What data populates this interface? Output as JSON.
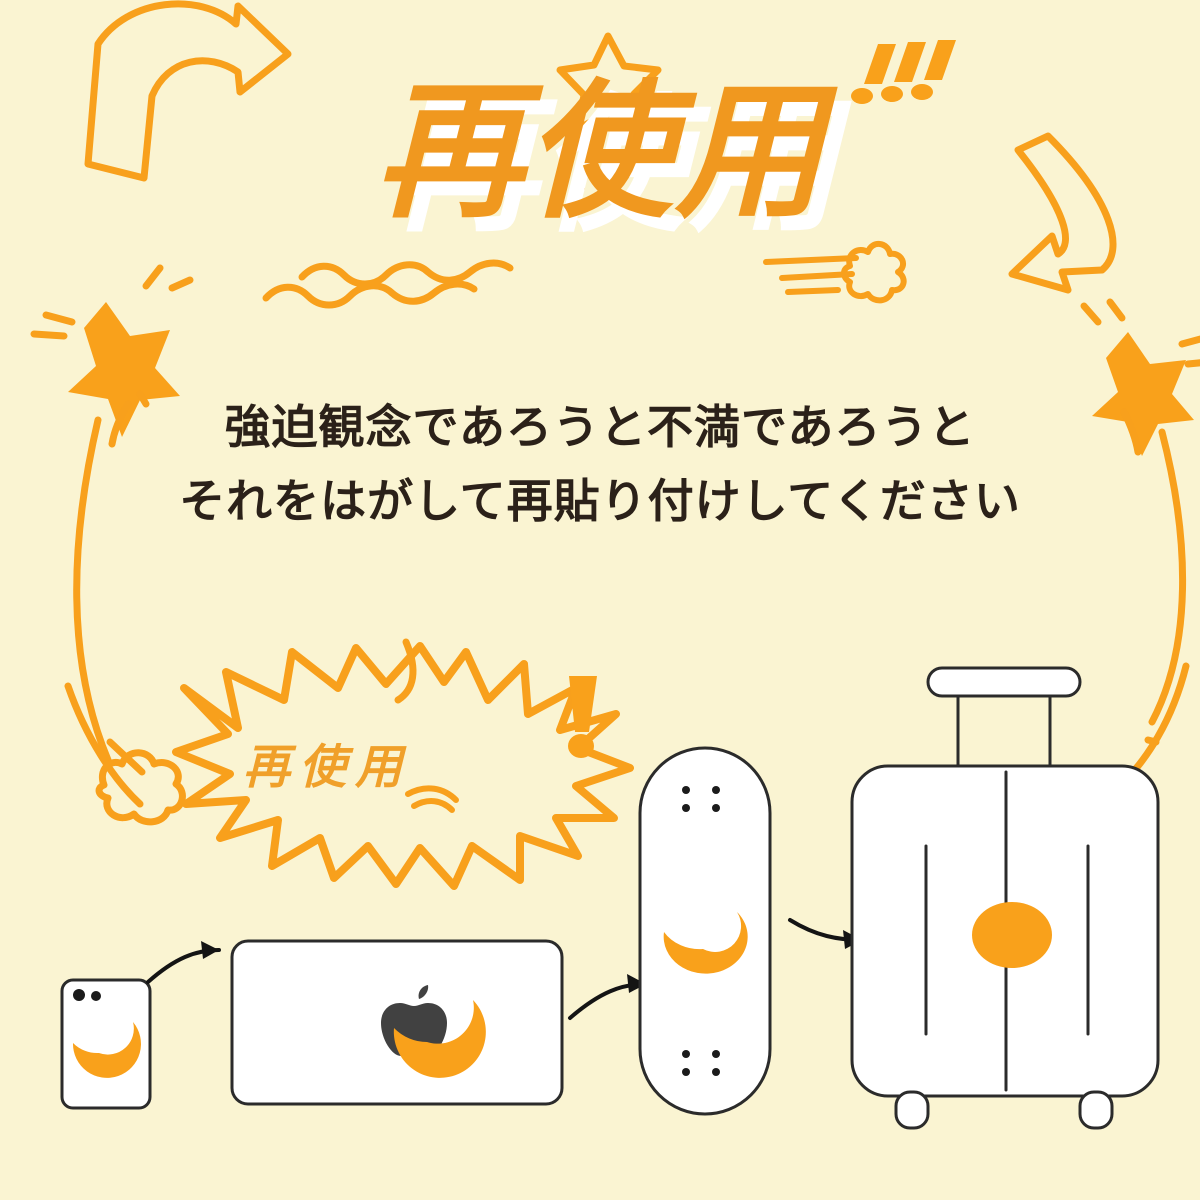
{
  "poster": {
    "background_color": "#faf4d2",
    "accent_color": "#f9a11b",
    "title_color": "#f0981f",
    "title_shadow_color": "#ffffff",
    "body_text_color": "#2b2119",
    "device_outline_color": "#2b2b2b",
    "apple_logo_color": "#414141",
    "title": "再使用",
    "body_lines": [
      "強迫観念であろうと不満であろうと",
      "それをはがして再貼り付けしてください"
    ],
    "burst_label": "再使用",
    "burst_exclamation": "!"
  },
  "decorations": {
    "curved_arrow_top_left": "curved-arrow-right-icon",
    "curved_arrow_top_right": "curved-arrow-down-left-icon",
    "outline_star_top": "outline-star-icon",
    "exclamation_marks_top_right": "triple-exclamation-icon",
    "filled_star_left": "filled-star-icon",
    "filled_star_right": "filled-star-icon",
    "squiggle_lines": "wavy-lines-icon",
    "speed_cloud_right": "speed-cloud-icon",
    "speed_cloud_left": "speed-cloud-icon",
    "swoosh_left": "swoosh-curve-icon",
    "swoosh_right": "swoosh-curve-icon"
  },
  "devices": [
    {
      "id": "phone",
      "name": "smartphone",
      "sticker": "orange-bitten-circle",
      "has_apple_logo": false,
      "camera_dots": 2
    },
    {
      "id": "laptop",
      "name": "laptop",
      "sticker": "orange-bitten-circle",
      "has_apple_logo": true,
      "camera_dots": 0
    },
    {
      "id": "skateboard",
      "name": "skateboard",
      "sticker": "orange-bitten-circle",
      "has_apple_logo": false,
      "mount_dots": 8
    },
    {
      "id": "suitcase",
      "name": "suitcase",
      "sticker": "orange-ellipse",
      "has_apple_logo": false,
      "panel_lines": 3
    }
  ],
  "flow_arrows": [
    {
      "from": "phone",
      "to": "laptop"
    },
    {
      "from": "laptop",
      "to": "skateboard"
    },
    {
      "from": "skateboard",
      "to": "suitcase"
    }
  ]
}
